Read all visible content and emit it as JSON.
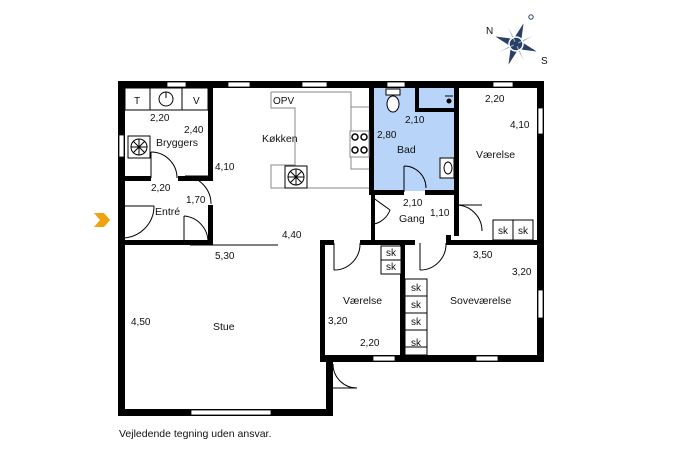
{
  "compass": {
    "n": "N",
    "s": "S"
  },
  "rooms": {
    "bryggers": "Bryggers",
    "kokken": "Køkken",
    "bad": "Bad",
    "vaerelse_ne": "Værelse",
    "entre": "Entré",
    "gang": "Gang",
    "stue": "Stue",
    "vaerelse_s": "Værelse",
    "sovevaerelse": "Soveværelse"
  },
  "fixtures": {
    "t": "T",
    "v": "V",
    "opv": "OPV",
    "sk": "sk"
  },
  "dimensions": {
    "bryg_w": "2,20",
    "bryg_h": "2,40",
    "entre_w": "2,20",
    "entre_h": "1,70",
    "kok_h": "4,10",
    "bad_h": "2,80",
    "bad_w1": "2,10",
    "bad_w2": "2,10",
    "gang_h": "1,10",
    "vae_w": "2,20",
    "vae_h": "4,10",
    "living_w": "4,40",
    "stue_w": "5,30",
    "stue_h": "4,50",
    "sove_w": "3,50",
    "sove_h": "3,20",
    "vaer_s_h": "3,20",
    "vaer_s_w": "2,20"
  },
  "caption": "Vejledende tegning uden ansvar.",
  "colors": {
    "wall": "#000000",
    "bath": "#b8d4f8",
    "entry_arrow": "#f2a20c"
  }
}
